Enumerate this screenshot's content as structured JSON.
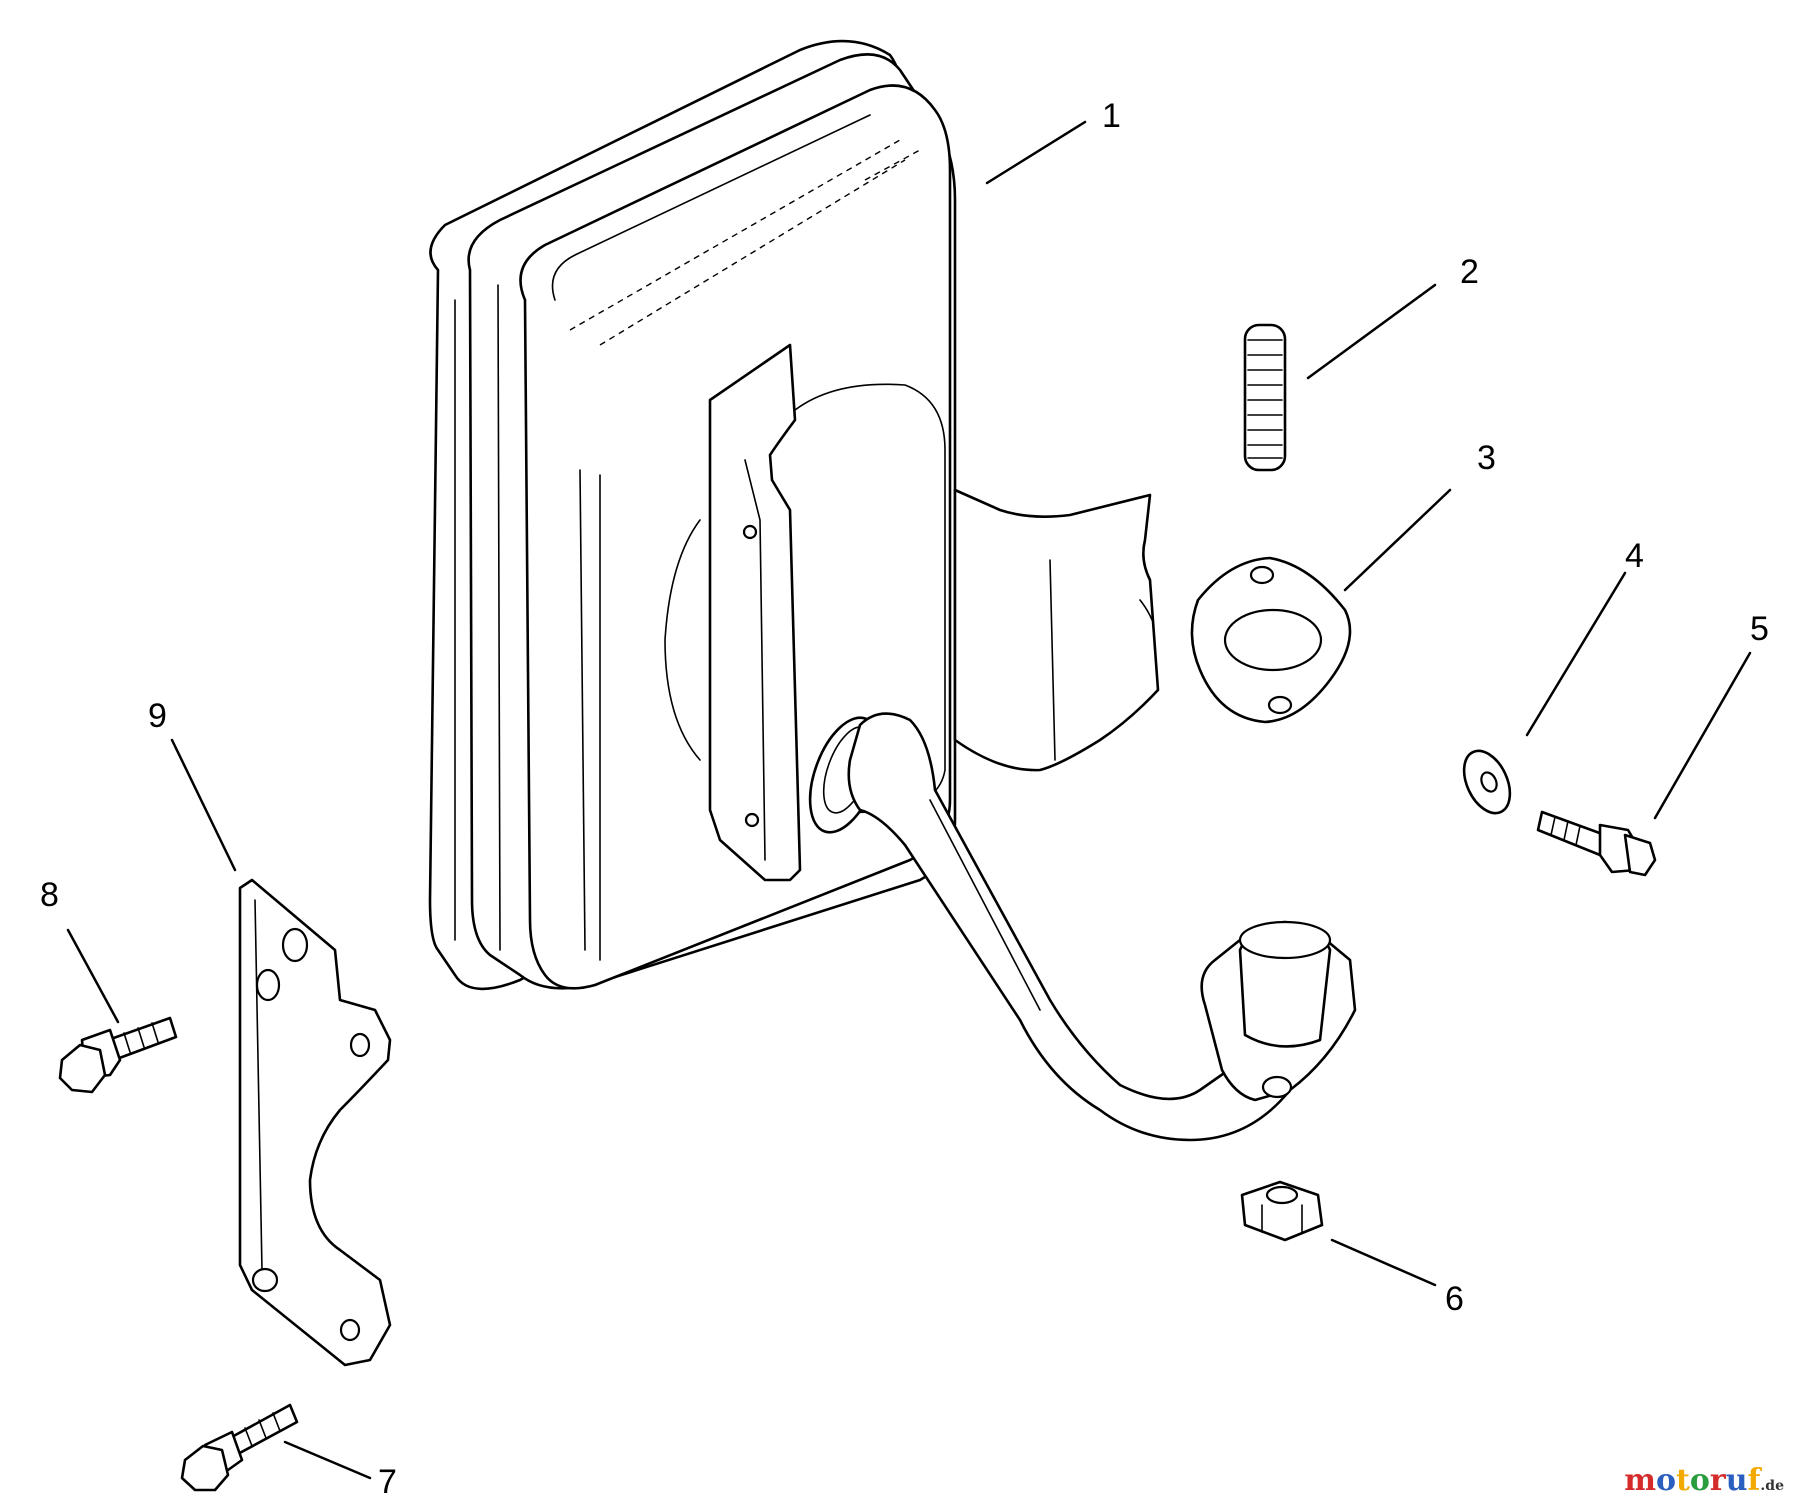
{
  "callouts": [
    {
      "id": "1",
      "label": "1",
      "part": "muffler"
    },
    {
      "id": "2",
      "label": "2",
      "part": "stud"
    },
    {
      "id": "3",
      "label": "3",
      "part": "gasket"
    },
    {
      "id": "4",
      "label": "4",
      "part": "washer"
    },
    {
      "id": "5",
      "label": "5",
      "part": "bolt"
    },
    {
      "id": "6",
      "label": "6",
      "part": "nut"
    },
    {
      "id": "7",
      "label": "7",
      "part": "screw"
    },
    {
      "id": "8",
      "label": "8",
      "part": "screw"
    },
    {
      "id": "9",
      "label": "9",
      "part": "bracket"
    }
  ],
  "watermark": {
    "text_main": "motoruf",
    "text_suffix": ".de",
    "colors": [
      "#d62b2b",
      "#2a5fbf",
      "#f2a900",
      "#2a9d3f"
    ]
  }
}
